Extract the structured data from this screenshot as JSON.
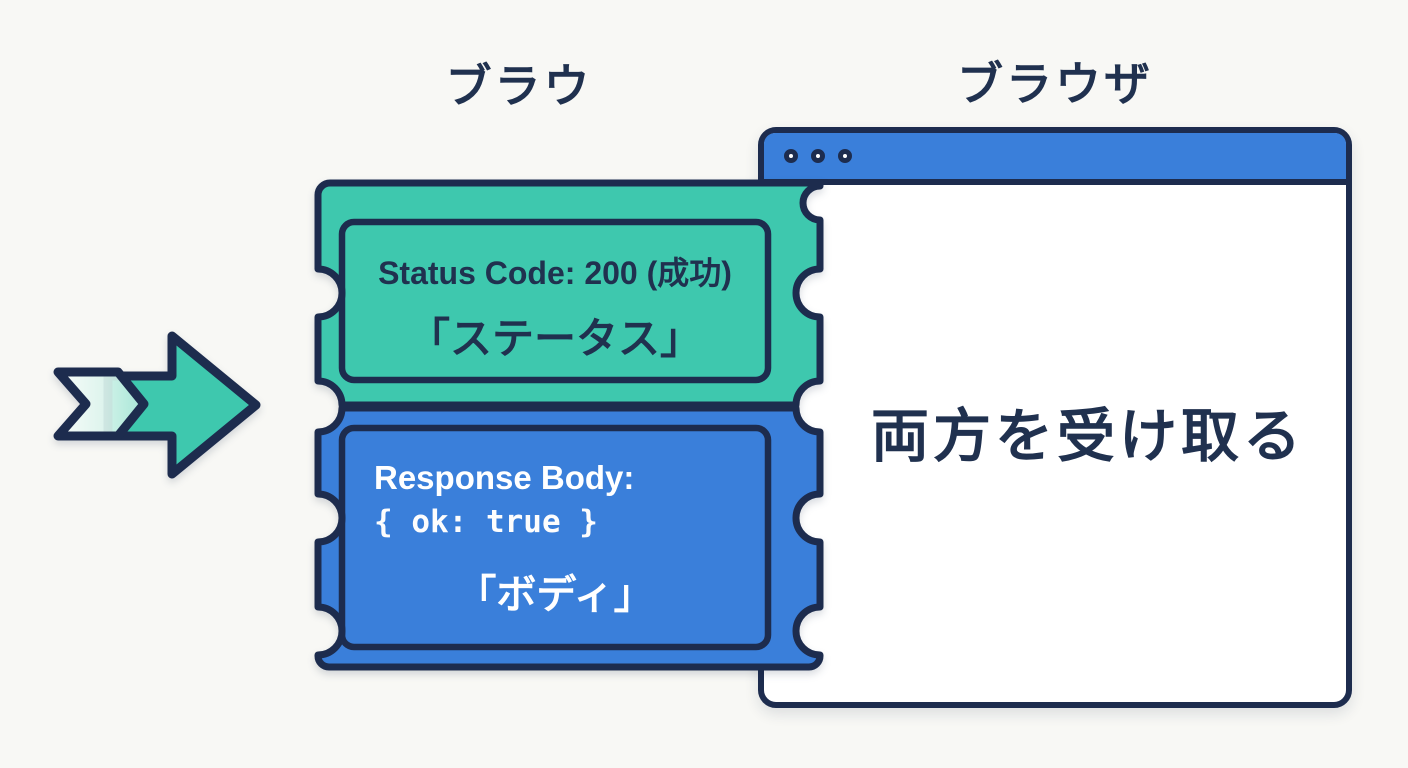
{
  "colors": {
    "teal": "#3ec8ae",
    "blue": "#3a7fda",
    "navy": "#1d2c4e",
    "background": "#f8f8f5",
    "chevron_light": "#cdefe5"
  },
  "headers": {
    "left": "ブラウ",
    "right": "ブラウザ"
  },
  "status_ticket": {
    "line1": "Status Code: 200 (成功)",
    "label": "「ステータス」"
  },
  "body_ticket": {
    "line1": "Response Body:",
    "code": "{ ok: true }",
    "label": "「ボディ」"
  },
  "browser_window": {
    "message": "両方を受け取る",
    "dot_count": 3
  },
  "icons": {
    "arrow": "flow-arrow-icon",
    "chevron": "flow-chevron-icon",
    "window_dots": "window-dot-icon"
  }
}
